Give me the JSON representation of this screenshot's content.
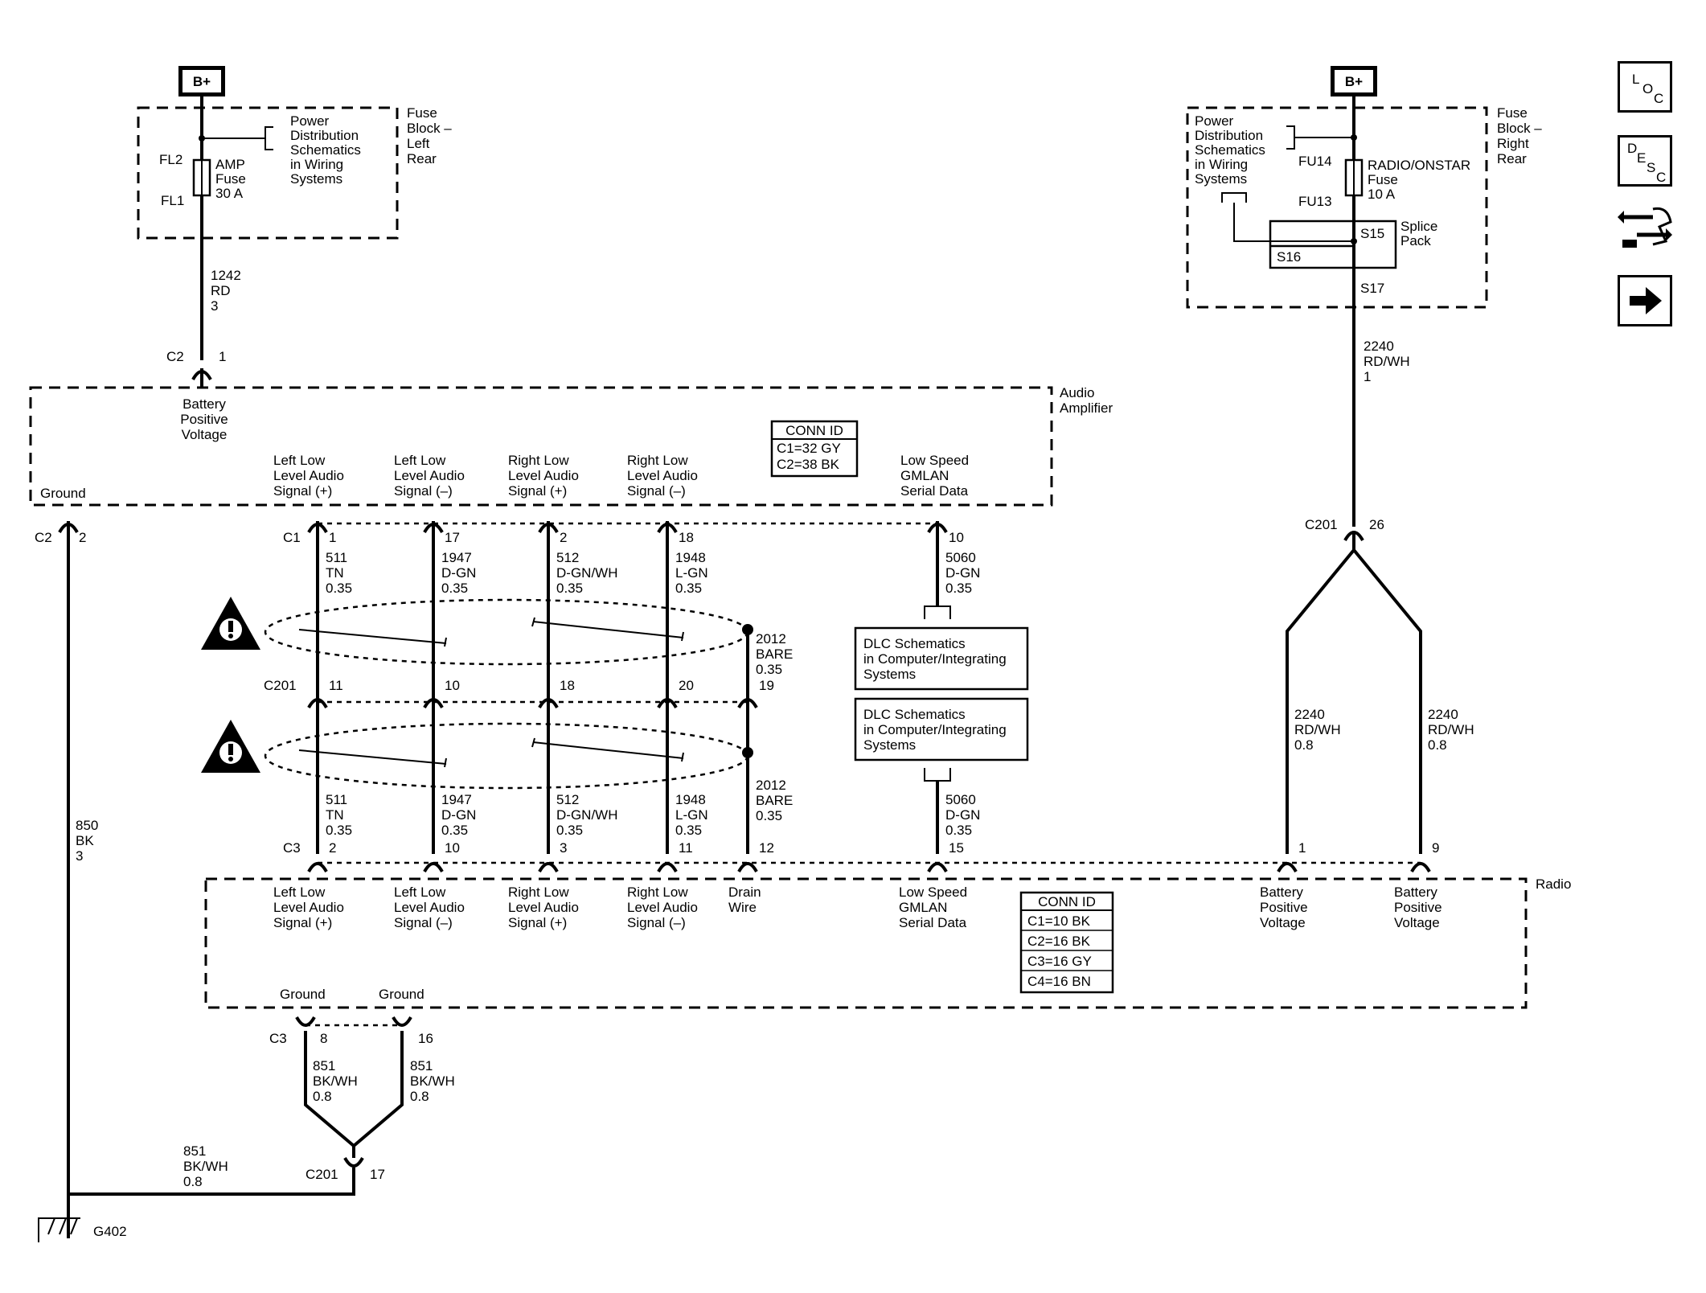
{
  "b_plus": "B+",
  "fuse_block_left": {
    "title": [
      "Fuse",
      "Block –",
      "Left",
      "Rear"
    ],
    "pds": [
      "Power",
      "Distribution",
      "Schematics",
      "in Wiring",
      "Systems"
    ],
    "fuse": [
      "AMP",
      "Fuse",
      "30 A"
    ],
    "fl2": "FL2",
    "fl1": "FL1"
  },
  "fuse_block_right": {
    "title": [
      "Fuse",
      "Block –",
      "Right",
      "Rear"
    ],
    "pds": [
      "Power",
      "Distribution",
      "Schematics",
      "in Wiring",
      "Systems"
    ],
    "fuse": [
      "RADIO/ONSTAR",
      "Fuse",
      "10 A"
    ],
    "fu14": "FU14",
    "fu13": "FU13",
    "splice_pack": [
      "Splice",
      "Pack"
    ],
    "s15": "S15",
    "s16": "S16",
    "s17": "S17"
  },
  "wire_1242": [
    "1242",
    "RD",
    "3"
  ],
  "wire_2240_top": [
    "2240",
    "RD/WH",
    "1"
  ],
  "audio_amplifier": {
    "title": [
      "Audio",
      "Amplifier"
    ],
    "batt_c2": "C2",
    "batt_pin": "1",
    "battery_positive": [
      "Battery",
      "Positive",
      "Voltage"
    ],
    "ground_label": "Ground",
    "ground_c2": "C2",
    "ground_pin": "2",
    "conn_id_title": "CONN ID",
    "conn_id": [
      "C1=32 GY",
      "C2=38 BK"
    ],
    "signals": [
      [
        "Left Low",
        "Level Audio",
        "Signal (+)"
      ],
      [
        "Left Low",
        "Level Audio",
        "Signal (–)"
      ],
      [
        "Right Low",
        "Level Audio",
        "Signal (+)"
      ],
      [
        "Right Low",
        "Level Audio",
        "Signal (–)"
      ],
      [
        "Low Speed",
        "GMLAN",
        "Serial Data"
      ]
    ],
    "c1": "C1",
    "pins": [
      "1",
      "17",
      "2",
      "18",
      "10"
    ]
  },
  "upper_wires": [
    [
      "511",
      "TN",
      "0.35"
    ],
    [
      "1947",
      "D-GN",
      "0.35"
    ],
    [
      "512",
      "D-GN/WH",
      "0.35"
    ],
    [
      "1948",
      "L-GN",
      "0.35"
    ],
    [
      "5060",
      "D-GN",
      "0.35"
    ]
  ],
  "drain_upper": [
    "2012",
    "BARE",
    "0.35"
  ],
  "c201_mid": {
    "label": "C201",
    "pins": [
      "11",
      "10",
      "18",
      "20",
      "19"
    ]
  },
  "lower_wires": [
    [
      "511",
      "TN",
      "0.35"
    ],
    [
      "1947",
      "D-GN",
      "0.35"
    ],
    [
      "512",
      "D-GN/WH",
      "0.35"
    ],
    [
      "1948",
      "L-GN",
      "0.35"
    ],
    [
      "5060",
      "D-GN",
      "0.35"
    ]
  ],
  "drain_lower": [
    "2012",
    "BARE",
    "0.35"
  ],
  "dlc_box": [
    "DLC Schematics",
    "in Computer/Integrating",
    "Systems"
  ],
  "wire_850": [
    "850",
    "BK",
    "3"
  ],
  "c201_right": {
    "label": "C201",
    "pin": "26"
  },
  "wire_2240_left": [
    "2240",
    "RD/WH",
    "0.8"
  ],
  "wire_2240_right": [
    "2240",
    "RD/WH",
    "0.8"
  ],
  "radio": {
    "title": "Radio",
    "c3": "C3",
    "pins": [
      "2",
      "10",
      "3",
      "11",
      "12",
      "15",
      "1",
      "9"
    ],
    "signals": [
      [
        "Left Low",
        "Level Audio",
        "Signal (+)"
      ],
      [
        "Left Low",
        "Level Audio",
        "Signal (–)"
      ],
      [
        "Right Low",
        "Level Audio",
        "Signal (+)"
      ],
      [
        "Right Low",
        "Level Audio",
        "Signal (–)"
      ],
      [
        "Drain",
        "Wire"
      ],
      [
        "Low Speed",
        "GMLAN",
        "Serial Data"
      ],
      [
        "Battery",
        "Positive",
        "Voltage"
      ],
      [
        "Battery",
        "Positive",
        "Voltage"
      ]
    ],
    "conn_id_title": "CONN ID",
    "conn_id": [
      "C1=10 BK",
      "C2=16 BK",
      "C3=16 GY",
      "C4=16 BN"
    ],
    "ground_labels": [
      "Ground",
      "Ground"
    ],
    "ground_c3": "C3",
    "ground_pins": [
      "8",
      "16"
    ]
  },
  "wire_851_left": [
    "851",
    "BK/WH",
    "0.8"
  ],
  "wire_851_right": [
    "851",
    "BK/WH",
    "0.8"
  ],
  "wire_851_bottom": [
    "851",
    "BK/WH",
    "0.8"
  ],
  "c201_bottom": {
    "label": "C201",
    "pin": "17"
  },
  "ground_g402": "G402",
  "nav": {
    "loc": [
      "L",
      "O",
      "C"
    ],
    "desc": [
      "D",
      "E",
      "S",
      "C"
    ],
    "icons": [
      "connector-end-view-icon",
      "next-page-arrow-icon"
    ]
  }
}
